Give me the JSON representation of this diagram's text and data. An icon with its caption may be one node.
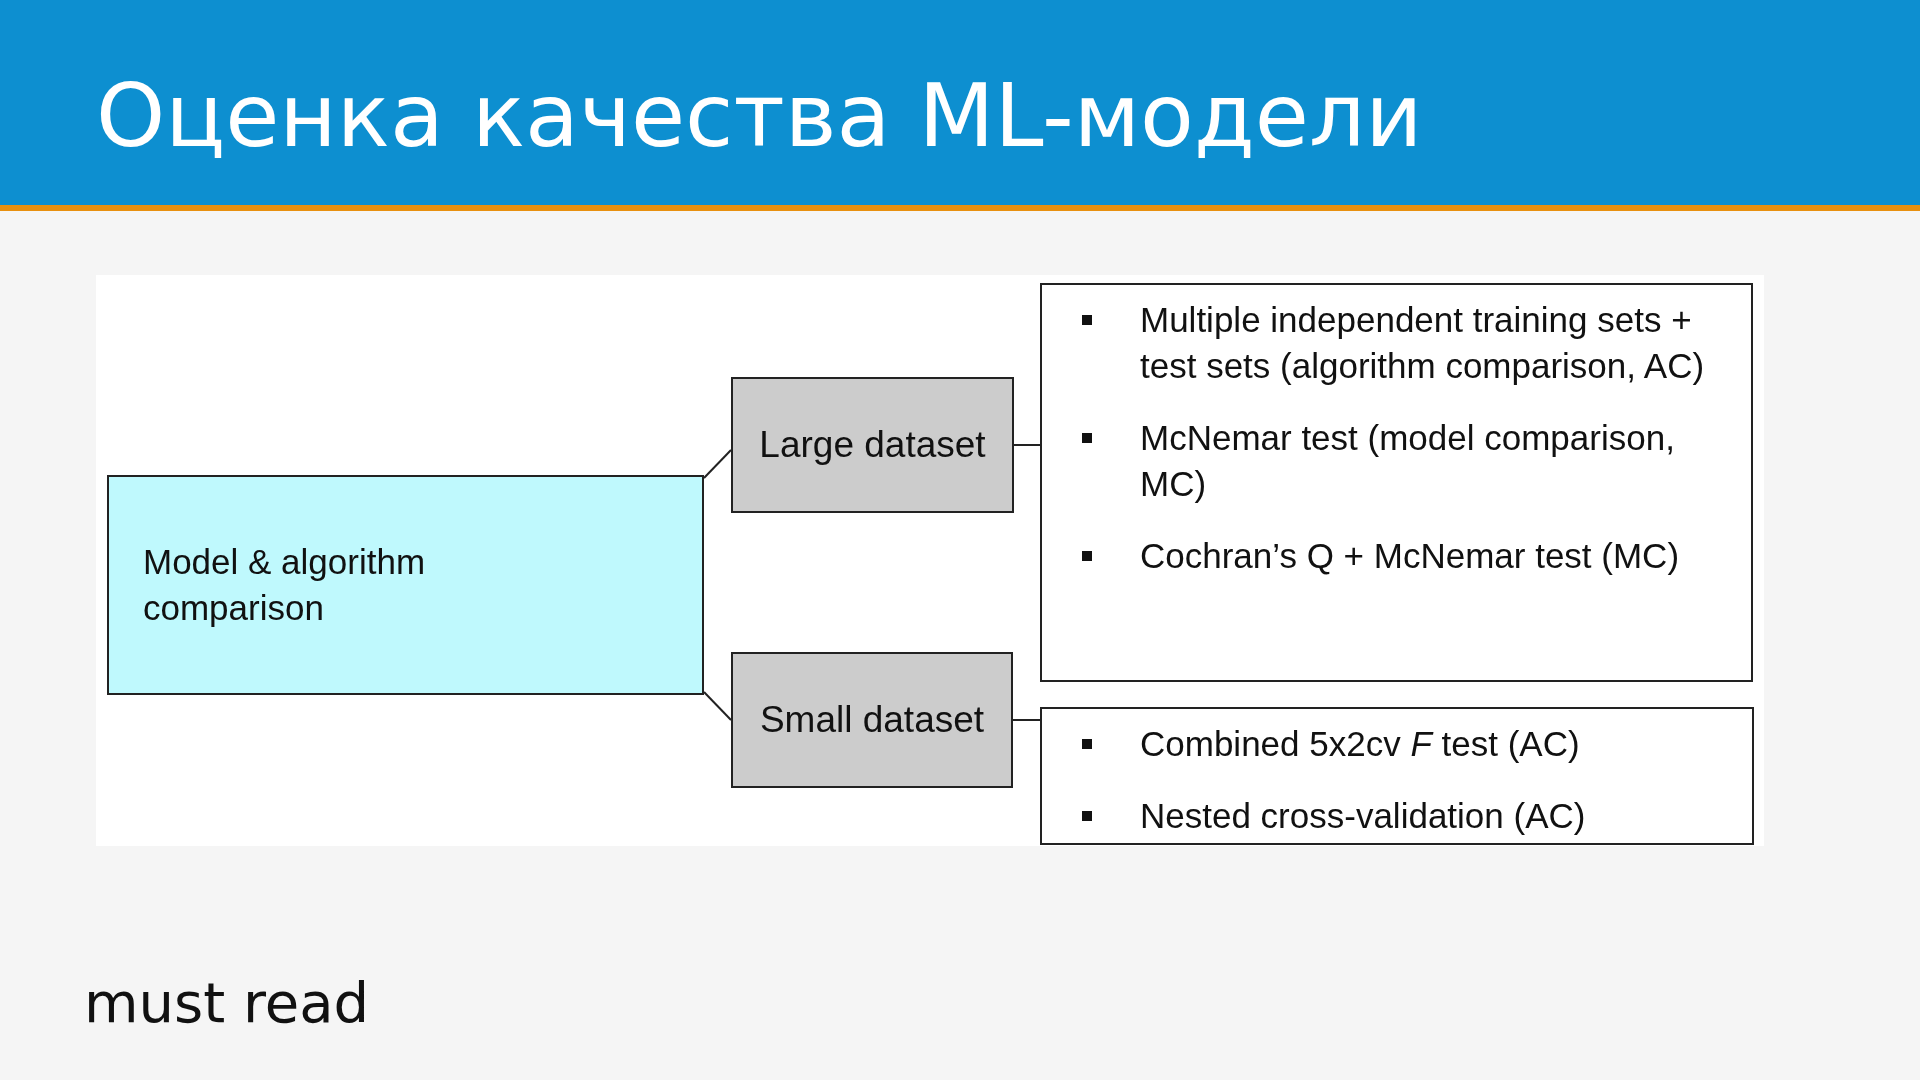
{
  "diagram": {
    "title": "Оценка качества ML-модели",
    "nodes": [
      {
        "text": [
          "Model & algorithm comparison"
        ]
      },
      {
        "text": [
          "Large dataset"
        ]
      },
      {
        "text": [
          "Small dataset"
        ]
      },
      {
        "text": [
          "Multiple independent training sets + test sets (algorithm comparison, AC)",
          "McNemar test (model comparison, MC)",
          "Cochran’s Q + McNemar test (MC)"
        ]
      },
      {
        "text": [
          "Combined 5x2cv *F* test (AC)",
          "Nested cross-validation (AC)"
        ]
      }
    ],
    "edges": [
      {
        "from": 0,
        "to": 1,
        "arrow": "none"
      },
      {
        "from": 0,
        "to": 2,
        "arrow": "none"
      },
      {
        "from": 1,
        "to": 3,
        "arrow": "none"
      },
      {
        "from": 2,
        "to": 4,
        "arrow": "none"
      }
    ],
    "labels": [
      "must read"
    ]
  }
}
